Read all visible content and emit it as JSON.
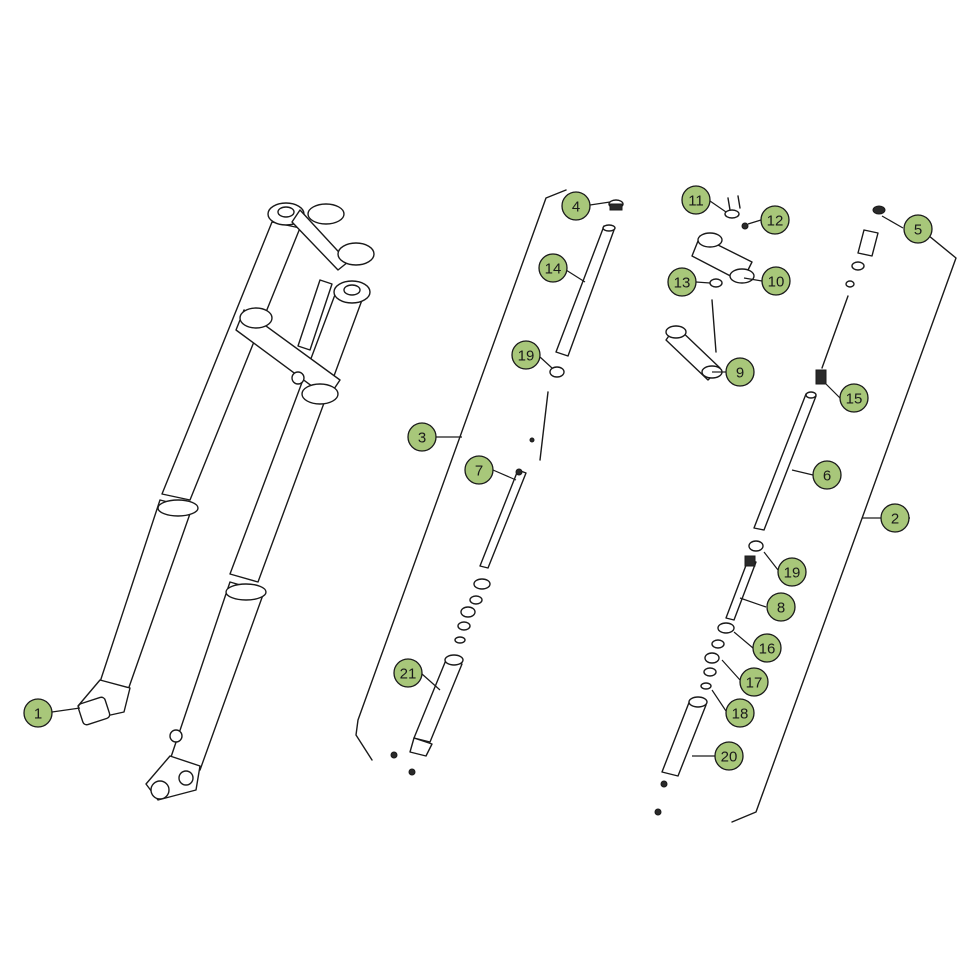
{
  "colors": {
    "callout_fill": "#a8c77a",
    "line": "#1a1a1a",
    "background": "#ffffff"
  },
  "callouts": [
    {
      "id": "c1",
      "label": "1"
    },
    {
      "id": "c2",
      "label": "2"
    },
    {
      "id": "c3",
      "label": "3"
    },
    {
      "id": "c4",
      "label": "4"
    },
    {
      "id": "c5",
      "label": "5"
    },
    {
      "id": "c6",
      "label": "6"
    },
    {
      "id": "c7",
      "label": "7"
    },
    {
      "id": "c8",
      "label": "8"
    },
    {
      "id": "c9",
      "label": "9"
    },
    {
      "id": "c10",
      "label": "10"
    },
    {
      "id": "c11",
      "label": "11"
    },
    {
      "id": "c12",
      "label": "12"
    },
    {
      "id": "c13",
      "label": "13"
    },
    {
      "id": "c14",
      "label": "14"
    },
    {
      "id": "c15",
      "label": "15"
    },
    {
      "id": "c16",
      "label": "16"
    },
    {
      "id": "c17",
      "label": "17"
    },
    {
      "id": "c18",
      "label": "18"
    },
    {
      "id": "c19a",
      "label": "19"
    },
    {
      "id": "c19b",
      "label": "19"
    },
    {
      "id": "c20",
      "label": "20"
    },
    {
      "id": "c21",
      "label": "21"
    }
  ]
}
